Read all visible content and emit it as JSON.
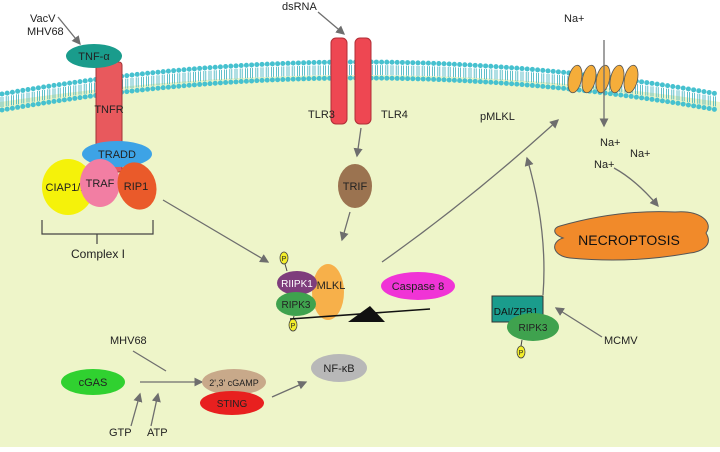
{
  "labels": {
    "vacv": "VacV",
    "mhv68_top": "MHV68",
    "tnf_alpha": "TNF-α",
    "tnfr": "TNFR",
    "tradd": "TRADD",
    "traf": "TRAF",
    "rip1": "RIP1",
    "ciap": "CIAP1/2",
    "complex_i": "Complex I",
    "dsrna": "dsRNA",
    "tlr3": "TLR3",
    "tlr4": "TLR4",
    "trif": "TRIF",
    "pmlkl": "pMLKL",
    "na_top": "Na+",
    "na_1": "Na+",
    "na_2": "Na+",
    "na_3": "Na+",
    "necroptosis": "NECROPTOSIS",
    "ripk1": "RIIPK1",
    "mlkl": "MLKL",
    "ripk3": "RIPK3",
    "caspase8": "Caspase 8",
    "p1": "P",
    "p2": "P",
    "p3": "P",
    "dai": "DAI/ZPB1",
    "ripk3_dai": "RIPK3",
    "mcmv": "MCMV",
    "mhv68_bottom": "MHV68",
    "cgas": "cGAS",
    "cgamp": "2',3' cGAMP",
    "sting": "STING",
    "nfkb": "NF-κB",
    "gtp": "GTP",
    "atp": "ATP"
  },
  "colors": {
    "cytoplasm": "#eef5c9",
    "membrane_head": "#46c1cf",
    "tnf_alpha": "#1a9c8c",
    "tnfr": "#e8595d",
    "tradd": "#3da3e6",
    "traf": "#f27ea3",
    "rip1": "#ea5a2a",
    "ciap": "#f5f20a",
    "tlr": "#ee4752",
    "trif": "#9b7350",
    "pore": "#f5ad3a",
    "necroptosis": "#f18a2a",
    "ripk1": "#7e3d7c",
    "mlkl": "#f7b04a",
    "ripk3": "#3fa24e",
    "caspase8": "#f034d6",
    "phospho": "#f3ee2a",
    "dai": "#1a9c8c",
    "cgas": "#30d130",
    "cgamp": "#c8a98a",
    "sting": "#e8201f",
    "nfkb": "#b8b8b8",
    "arrow": "#707070"
  }
}
